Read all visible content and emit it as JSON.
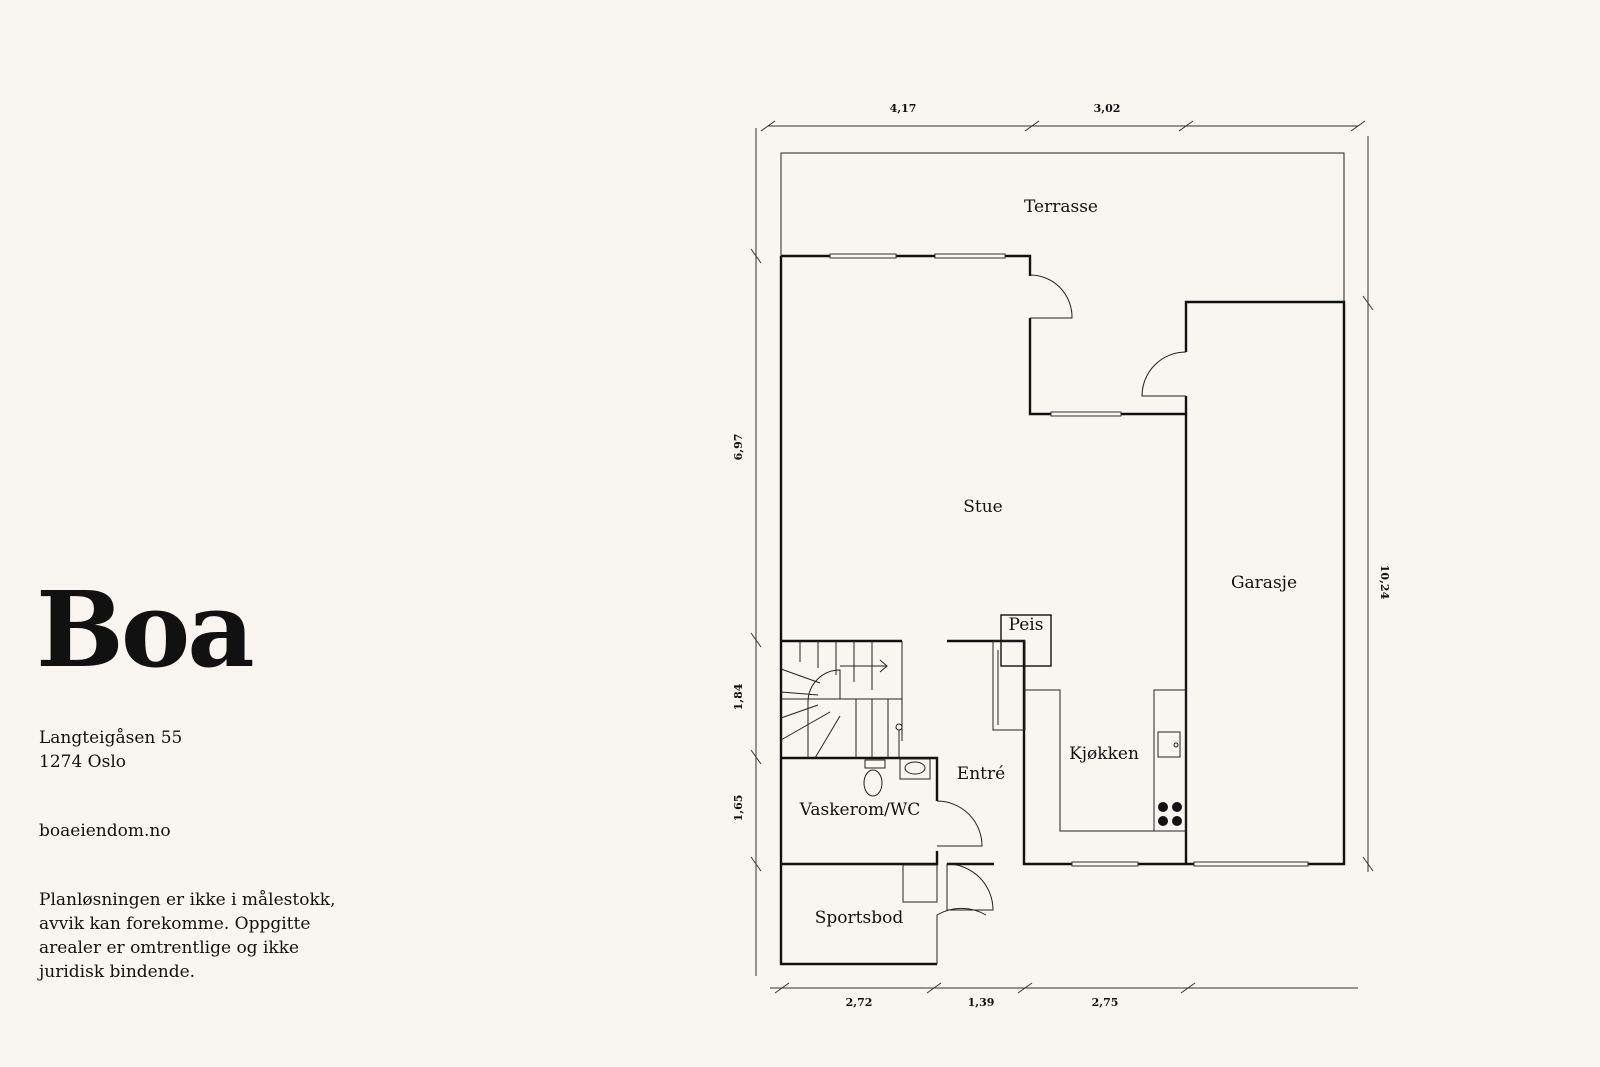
{
  "brand": {
    "logo": "Boa"
  },
  "address": {
    "street": "Langteigåsen 55",
    "city": "1274 Oslo"
  },
  "website": "boaeiendom.no",
  "disclaimer": "Planløsningen er ikke i målestokk, avvik kan forekomme. Oppgitte arealer er omtrentlige og ikke juridisk bindende.",
  "plan": {
    "rooms": {
      "terrasse": "Terrasse",
      "stue": "Stue",
      "garasje": "Garasje",
      "peis": "Peis",
      "kjokken": "Kjøkken",
      "entre": "Entré",
      "vaskerom": "Vaskerom/WC",
      "sportsbod": "Sportsbod"
    },
    "dimensions": {
      "top_left": "4,17",
      "top_right": "3,02",
      "left_upper": "6,97",
      "left_middle": "1,84",
      "left_lower": "1,65",
      "right": "10,24",
      "bottom_left": "2,72",
      "bottom_middle": "1,39",
      "bottom_right": "2,75"
    }
  },
  "colors": {
    "background": "#f9f5f0",
    "ink": "#111111"
  }
}
